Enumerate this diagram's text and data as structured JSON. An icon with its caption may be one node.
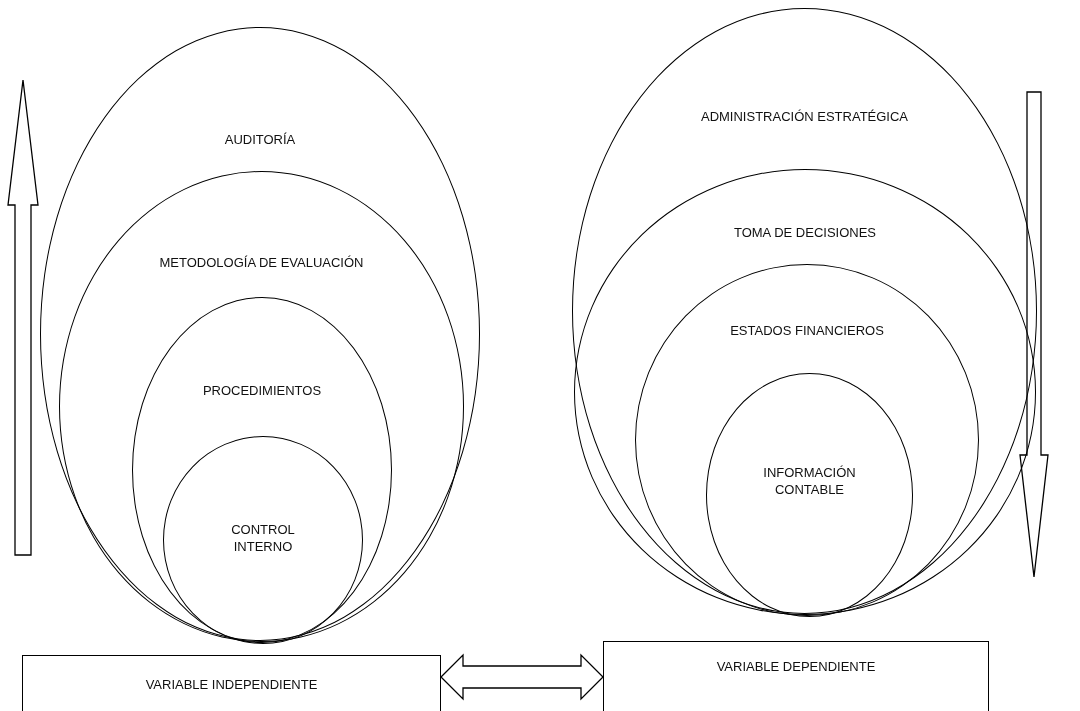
{
  "diagram": {
    "nodes": [
      {
        "text": [
          "AUDITORÍA"
        ]
      },
      {
        "text": [
          "METODOLOGÍA DE EVALUACIÓN"
        ],
        "in": 0
      },
      {
        "text": [
          "PROCEDIMIENTOS"
        ],
        "in": 1
      },
      {
        "text": [
          "CONTROL INTERNO"
        ],
        "in": 2
      },
      {
        "text": [
          "ADMINISTRACIÓN ESTRATÉGICA"
        ]
      },
      {
        "text": [
          "TOMA DE DECISIONES"
        ],
        "in": 4
      },
      {
        "text": [
          "ESTADOS FINANCIEROS"
        ],
        "in": 5
      },
      {
        "text": [
          "INFORMACIÓN CONTABLE"
        ],
        "in": 6
      },
      {
        "text": [
          "VARIABLE INDEPENDIENTE"
        ]
      },
      {
        "text": [
          "VARIABLE DEPENDIENTE"
        ]
      }
    ],
    "edges": [
      {
        "from": 8,
        "to": 9,
        "arrow": "both"
      }
    ]
  }
}
